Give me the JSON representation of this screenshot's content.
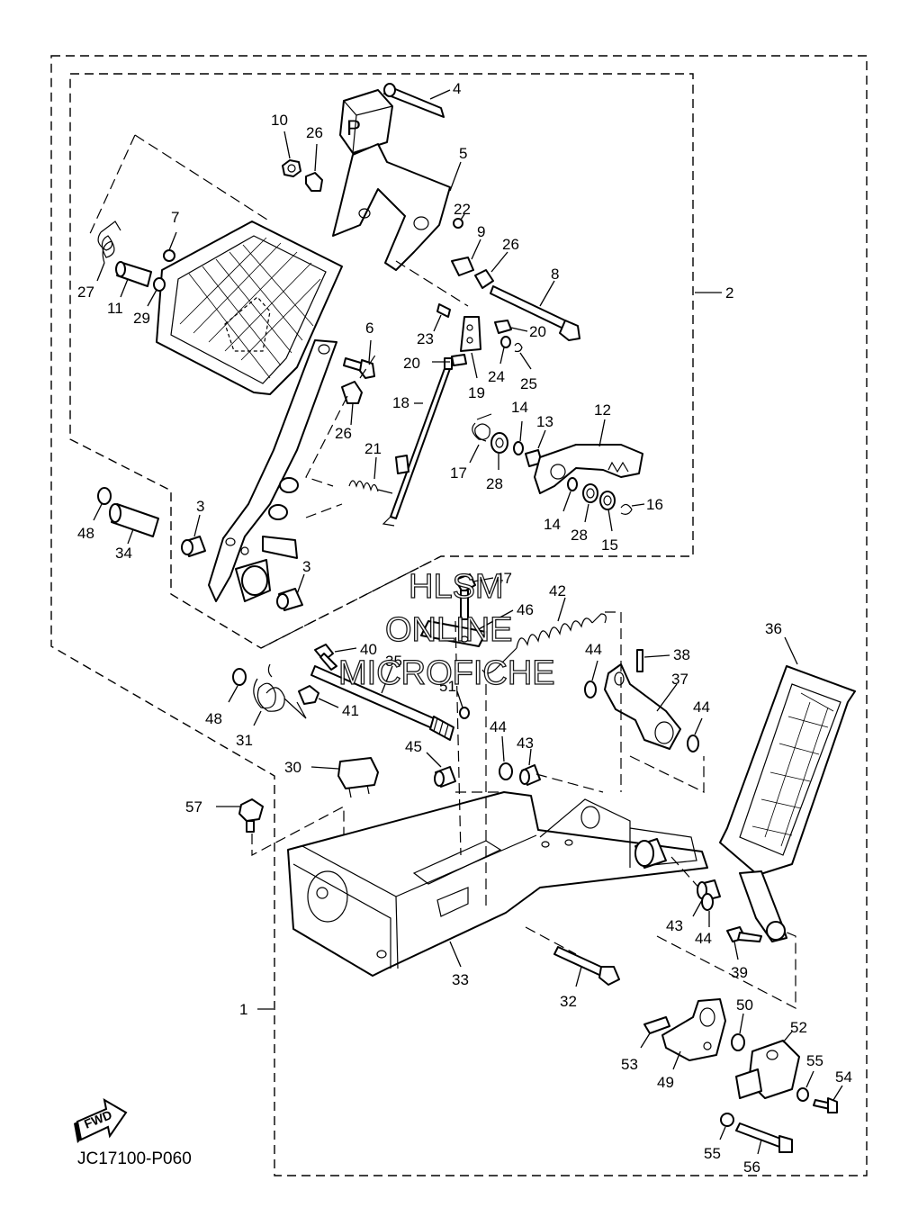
{
  "diagram_code": "JC17100-P060",
  "watermark": {
    "line1": "HLSM",
    "line2": "ONLINE",
    "line3": "MICROFICHE"
  },
  "fwd_label": "FWD",
  "callouts": {
    "c1": "1",
    "c2": "2",
    "c3a": "3",
    "c3b": "3",
    "c4": "4",
    "c5": "5",
    "c6": "6",
    "c7": "7",
    "c8": "8",
    "c9": "9",
    "c10": "10",
    "c11": "11",
    "c12": "12",
    "c13": "13",
    "c14a": "14",
    "c14b": "14",
    "c15": "15",
    "c16": "16",
    "c17": "17",
    "c18": "18",
    "c19": "19",
    "c20a": "20",
    "c20b": "20",
    "c21": "21",
    "c22": "22",
    "c23": "23",
    "c24": "24",
    "c25": "25",
    "c26a": "26",
    "c26b": "26",
    "c26c": "26",
    "c27": "27",
    "c28a": "28",
    "c28b": "28",
    "c29": "29",
    "c30": "30",
    "c31": "31",
    "c32": "32",
    "c33": "33",
    "c34": "34",
    "c35": "35",
    "c36": "36",
    "c37": "37",
    "c38": "38",
    "c39": "39",
    "c40": "40",
    "c41": "41",
    "c42": "42",
    "c43a": "43",
    "c43b": "43",
    "c44a": "44",
    "c44b": "44",
    "c44c": "44",
    "c44d": "44",
    "c45": "45",
    "c46": "46",
    "c47": "47",
    "c48a": "48",
    "c48b": "48",
    "c49": "49",
    "c50": "50",
    "c51": "51",
    "c52": "52",
    "c53": "53",
    "c54": "54",
    "c55a": "55",
    "c55b": "55",
    "c56": "56",
    "c57": "57"
  }
}
